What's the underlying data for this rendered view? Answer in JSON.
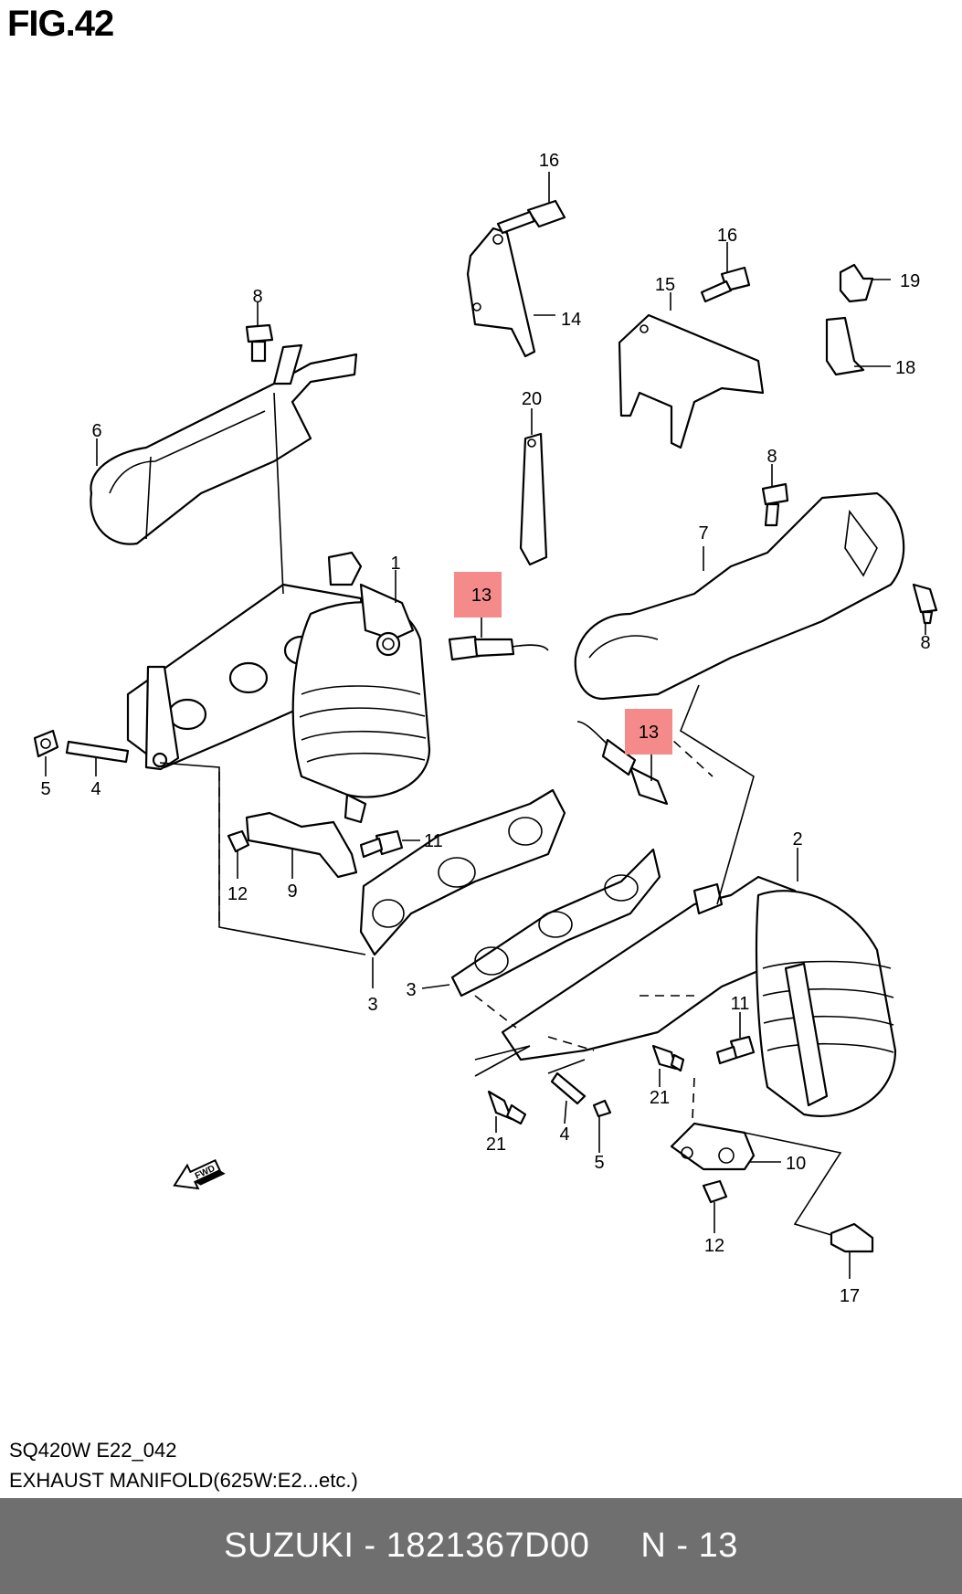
{
  "figure": {
    "title": "FIG.42",
    "ref_code": "SQ420W E22_042",
    "caption": "EXHAUST MANIFOLD(625W:E2...etc.)"
  },
  "footer": {
    "brand_part": "SUZUKI - 1821367D00",
    "ref": "N - 13"
  },
  "callouts": {
    "c1": "1",
    "c2": "2",
    "c3a": "3",
    "c3b": "3",
    "c4a": "4",
    "c4b": "4",
    "c5a": "5",
    "c5b": "5",
    "c6": "6",
    "c7": "7",
    "c8a": "8",
    "c8b": "8",
    "c8c": "8",
    "c9": "9",
    "c10": "10",
    "c11a": "11",
    "c11b": "11",
    "c12a": "12",
    "c12b": "12",
    "c13a": "13",
    "c13b": "13",
    "c14": "14",
    "c15": "15",
    "c16a": "16",
    "c16b": "16",
    "c17": "17",
    "c18": "18",
    "c19": "19",
    "c20": "20",
    "c21a": "21",
    "c21b": "21"
  },
  "highlight": {
    "part_number": "13",
    "color": "#f58a8a"
  },
  "icons": {
    "fwd_arrow": "fwd-arrow-icon"
  },
  "fwd_label": "FWD"
}
